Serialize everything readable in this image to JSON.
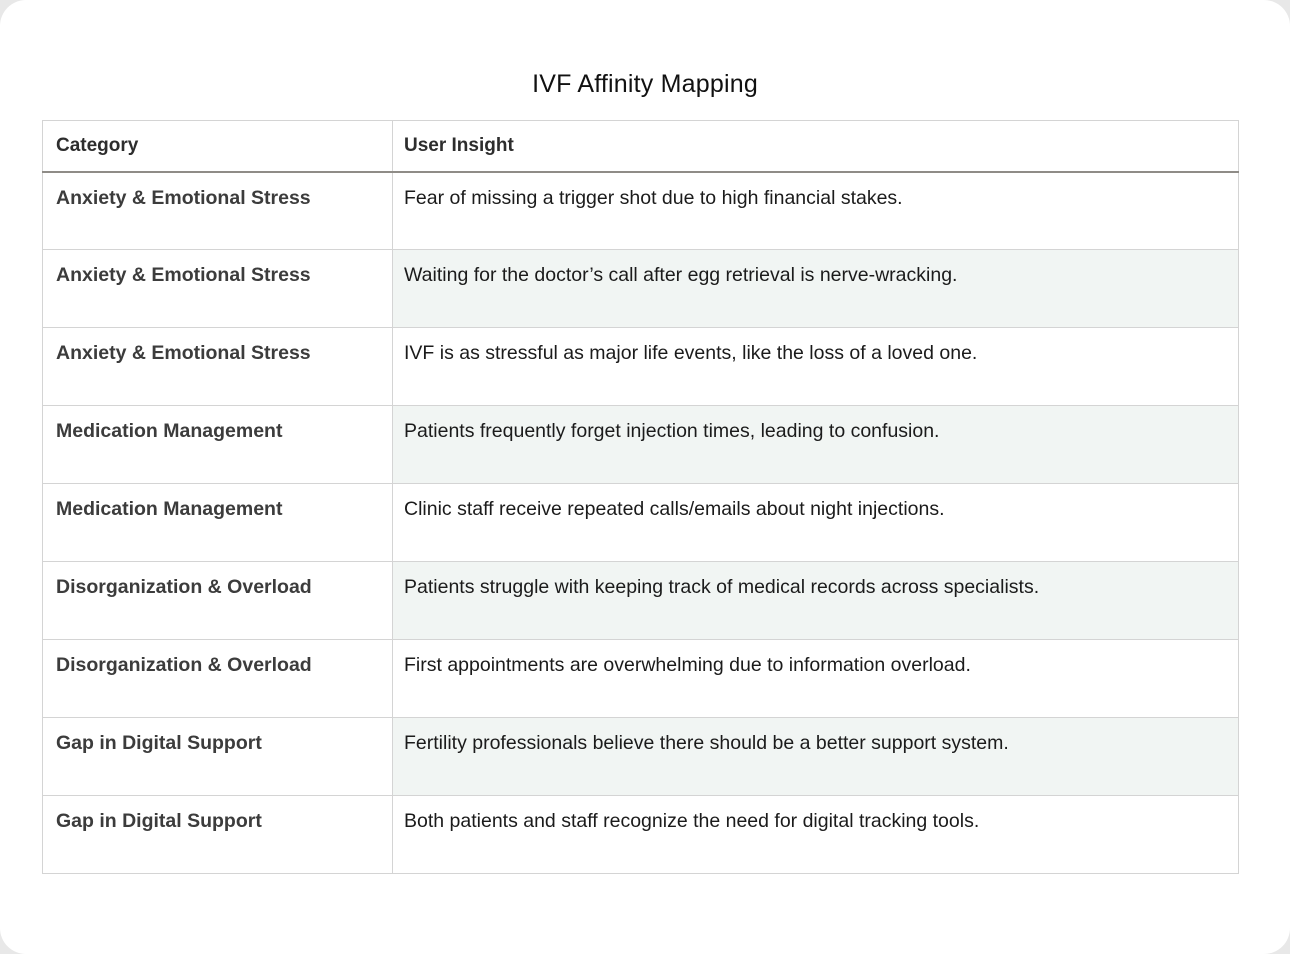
{
  "page": {
    "title": "IVF Affinity Mapping"
  },
  "table": {
    "columns": [
      "Category",
      "User Insight"
    ],
    "rows": [
      {
        "category": "Anxiety & Emotional Stress",
        "insight": "Fear of missing a trigger shot due to high financial stakes."
      },
      {
        "category": "Anxiety & Emotional Stress",
        "insight": "Waiting for the doctor’s call after egg retrieval is nerve-wracking."
      },
      {
        "category": "Anxiety & Emotional Stress",
        "insight": "IVF is as stressful as major life events, like the loss of a loved one."
      },
      {
        "category": "Medication Management",
        "insight": "Patients frequently forget injection times, leading to confusion."
      },
      {
        "category": "Medication Management",
        "insight": "Clinic staff receive repeated calls/emails about night injections."
      },
      {
        "category": "Disorganization & Overload",
        "insight": "Patients struggle with keeping track of medical records across specialists."
      },
      {
        "category": "Disorganization & Overload",
        "insight": "First appointments are overwhelming due to information overload."
      },
      {
        "category": "Gap in Digital Support",
        "insight": "Fertility professionals believe there should be a better support system."
      },
      {
        "category": "Gap in Digital Support",
        "insight": "Both patients and staff recognize the need for digital tracking tools."
      }
    ]
  },
  "colors": {
    "page_bg": "#e8e8e8",
    "card_bg": "#ffffff",
    "stripe": "#f1f5f3",
    "cell_border": "#d4d4d4",
    "header_border": "#8f8c87"
  }
}
